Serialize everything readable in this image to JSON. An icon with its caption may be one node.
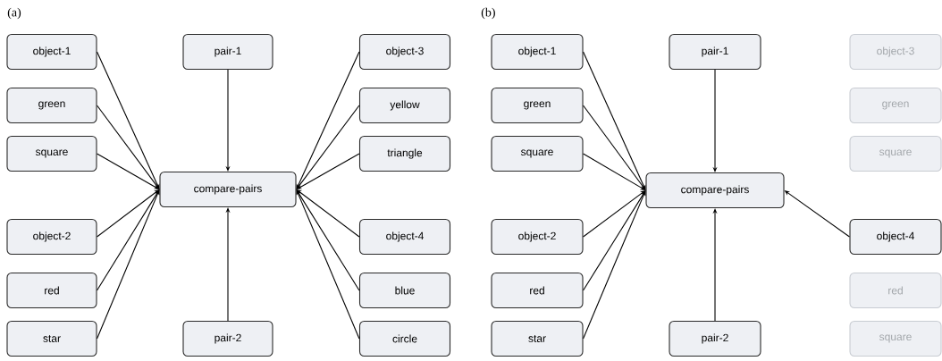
{
  "diagram": {
    "nodes": [
      {
        "text": [
          "object-1"
        ]
      },
      {
        "text": [
          "pair-1"
        ]
      },
      {
        "text": [
          "object-3"
        ]
      },
      {
        "text": [
          "green"
        ]
      },
      {
        "text": [
          "yellow"
        ]
      },
      {
        "text": [
          "square"
        ]
      },
      {
        "text": [
          "triangle"
        ]
      },
      {
        "text": [
          "compare-pairs"
        ]
      },
      {
        "text": [
          "object-2"
        ]
      },
      {
        "text": [
          "object-4"
        ]
      },
      {
        "text": [
          "red"
        ]
      },
      {
        "text": [
          "blue"
        ]
      },
      {
        "text": [
          "star"
        ]
      },
      {
        "text": [
          "pair-2"
        ]
      },
      {
        "text": [
          "circle"
        ]
      },
      {
        "text": [
          "object-1"
        ]
      },
      {
        "text": [
          "pair-1"
        ]
      },
      {
        "text": [
          "object-3"
        ]
      },
      {
        "text": [
          "green"
        ]
      },
      {
        "text": [
          "green"
        ]
      },
      {
        "text": [
          "square"
        ]
      },
      {
        "text": [
          "square"
        ]
      },
      {
        "text": [
          "compare-pairs"
        ]
      },
      {
        "text": [
          "object-2"
        ]
      },
      {
        "text": [
          "object-4"
        ]
      },
      {
        "text": [
          "red"
        ]
      },
      {
        "text": [
          "red"
        ]
      },
      {
        "text": [
          "star"
        ]
      },
      {
        "text": [
          "pair-2"
        ]
      },
      {
        "text": [
          "square"
        ]
      }
    ],
    "edges": [
      {
        "from": 0,
        "to": 7,
        "arrow": "to"
      },
      {
        "from": 3,
        "to": 7,
        "arrow": "to"
      },
      {
        "from": 5,
        "to": 7,
        "arrow": "to"
      },
      {
        "from": 8,
        "to": 7,
        "arrow": "to"
      },
      {
        "from": 10,
        "to": 7,
        "arrow": "to"
      },
      {
        "from": 12,
        "to": 7,
        "arrow": "to"
      },
      {
        "from": 1,
        "to": 7,
        "arrow": "to"
      },
      {
        "from": 13,
        "to": 7,
        "arrow": "to"
      },
      {
        "from": 2,
        "to": 7,
        "arrow": "to"
      },
      {
        "from": 4,
        "to": 7,
        "arrow": "to"
      },
      {
        "from": 6,
        "to": 7,
        "arrow": "to"
      },
      {
        "from": 9,
        "to": 7,
        "arrow": "to"
      },
      {
        "from": 11,
        "to": 7,
        "arrow": "to"
      },
      {
        "from": 14,
        "to": 7,
        "arrow": "to"
      },
      {
        "from": 15,
        "to": 22,
        "arrow": "to"
      },
      {
        "from": 18,
        "to": 22,
        "arrow": "to"
      },
      {
        "from": 20,
        "to": 22,
        "arrow": "to"
      },
      {
        "from": 23,
        "to": 22,
        "arrow": "to"
      },
      {
        "from": 25,
        "to": 22,
        "arrow": "to"
      },
      {
        "from": 27,
        "to": 22,
        "arrow": "to"
      },
      {
        "from": 16,
        "to": 22,
        "arrow": "to"
      },
      {
        "from": 28,
        "to": 22,
        "arrow": "to"
      },
      {
        "from": 24,
        "to": 22,
        "arrow": "to"
      }
    ],
    "labels": [
      "(a)",
      "(b)"
    ]
  }
}
